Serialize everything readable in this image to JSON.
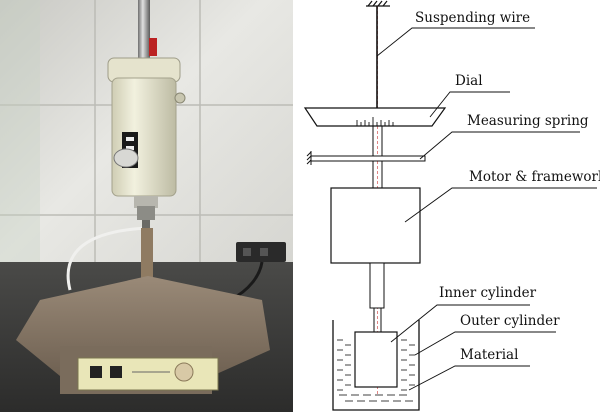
{
  "diagram": {
    "labels": {
      "suspending_wire": "Suspending wire",
      "dial": "Dial",
      "measuring_spring": "Measuring spring",
      "motor_framework": "Motor & framework",
      "inner_cylinder": "Inner cylinder",
      "outer_cylinder": "Outer cylinder",
      "material": "Material"
    }
  },
  "colors": {
    "line": "#111111",
    "center_line": "#cc3333",
    "instrument_body": "#e7e6cf",
    "base": "#8a7a6a",
    "tile_wall": "#dadad6"
  }
}
